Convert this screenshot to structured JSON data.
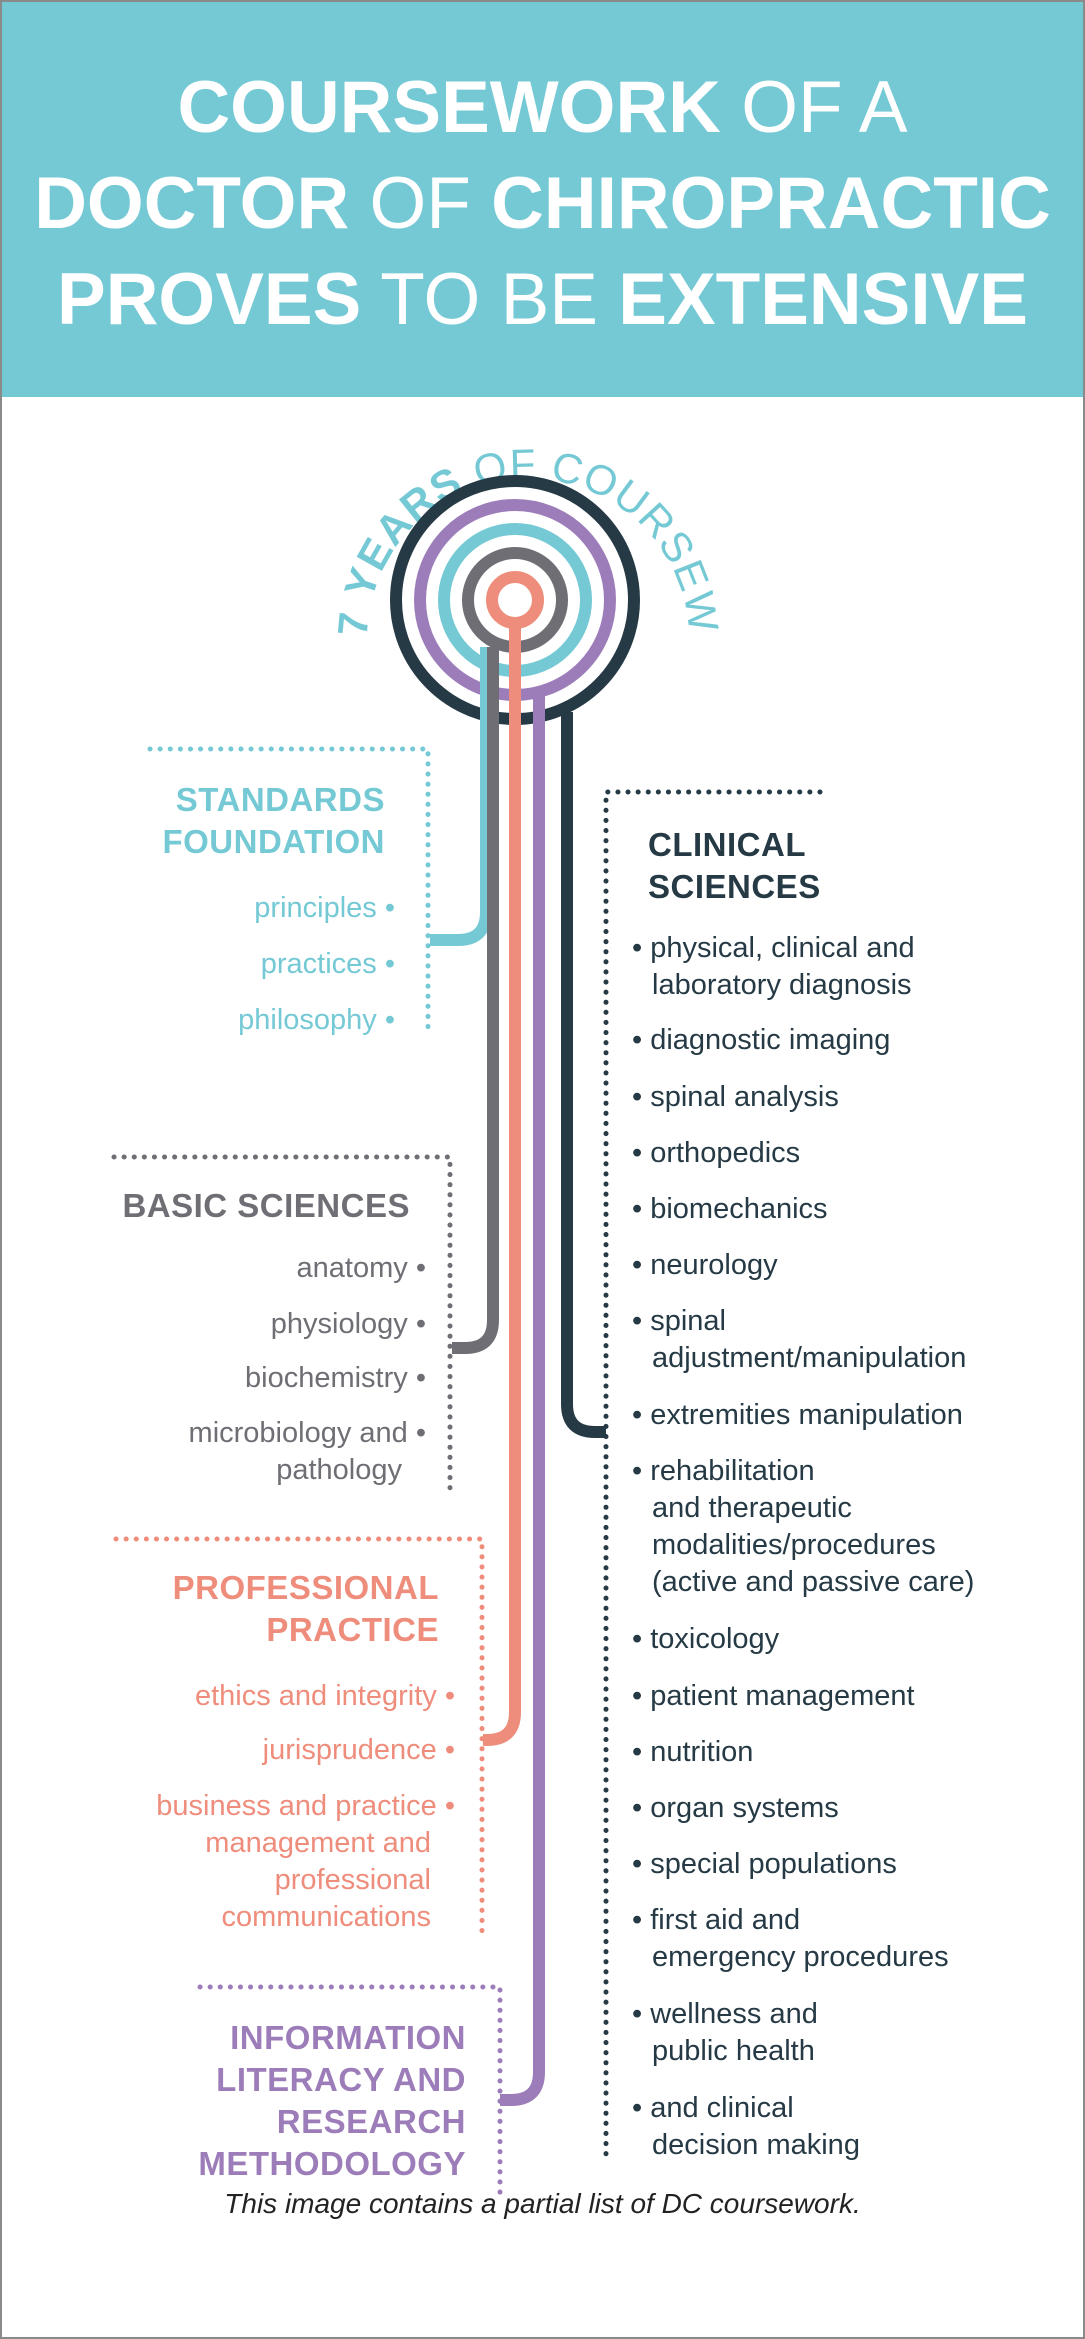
{
  "title": {
    "line1_bold": "COURSEWORK",
    "line1_light": "OF A",
    "line2_bold": "DOCTOR",
    "line2_light": "OF",
    "line2_bold2": "CHIROPRACTIC",
    "line3_bold": "PROVES",
    "line3_light": "TO BE",
    "line3_bold2": "EXTENSIVE"
  },
  "emblem": {
    "arc_bold": "7 YEARS",
    "arc_light": "OF COURSEWORK"
  },
  "colors": {
    "teal": "#74c9d5",
    "gray": "#6f6e74",
    "salmon": "#ef8d7c",
    "purple": "#9c7db9",
    "navy": "#263a45"
  },
  "standards": {
    "heading": [
      "STANDARDS",
      "FOUNDATION"
    ],
    "items": [
      "principles",
      "practices",
      "philosophy"
    ]
  },
  "basic": {
    "heading": "BASIC SCIENCES",
    "items": [
      "anatomy",
      "physiology",
      "biochemistry",
      "microbiology and",
      "pathology"
    ]
  },
  "professional": {
    "heading": [
      "PROFESSIONAL",
      "PRACTICE"
    ],
    "items": [
      "ethics and integrity",
      "jurisprudence",
      "business and practice",
      "management and",
      "professional",
      "communications"
    ]
  },
  "information": {
    "heading": [
      "INFORMATION",
      "LITERACY AND",
      "RESEARCH",
      "METHODOLOGY"
    ]
  },
  "clinical": {
    "heading": [
      "CLINICAL",
      "SCIENCES"
    ],
    "items": [
      "physical, clinical and",
      "laboratory diagnosis",
      "diagnostic imaging",
      "spinal analysis",
      "orthopedics",
      "biomechanics",
      "neurology",
      "spinal",
      "adjustment/manipulation",
      "extremities manipulation",
      "rehabilitation",
      "and therapeutic",
      "modalities/procedures",
      "(active and passive care)",
      "toxicology",
      "patient management",
      "nutrition",
      "organ systems",
      "special populations",
      "first aid and",
      "emergency procedures",
      "wellness and",
      "public health",
      "and clinical",
      "decision making"
    ]
  },
  "footer": "This image contains a partial list of DC coursework."
}
